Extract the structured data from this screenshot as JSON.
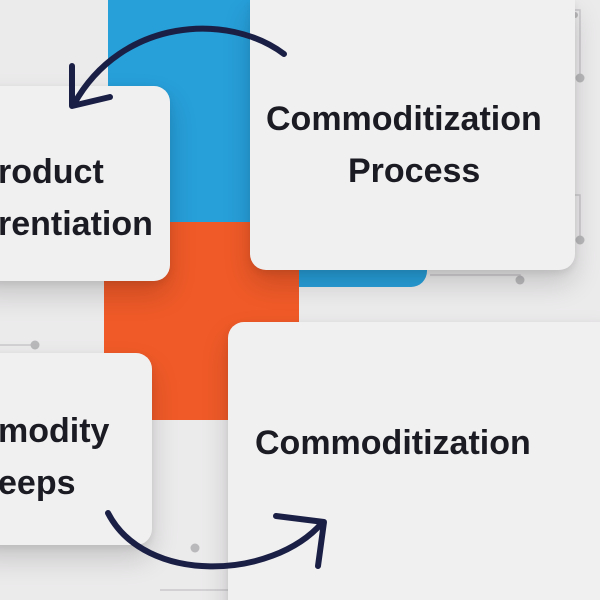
{
  "diagram": {
    "nodes": {
      "commoditization_process": {
        "line1": "Commoditization",
        "line2": "Process"
      },
      "product_differentiation": {
        "line1": "roduct",
        "line2": "rentiation"
      },
      "commodity_traps": {
        "line1": "modity",
        "line2": "eeps"
      },
      "commoditization": {
        "label": "Commoditization"
      }
    },
    "colors": {
      "blue": "#279fd9",
      "orange": "#f05a28",
      "card": "#f1f0f1",
      "arrow": "#1a1f45",
      "text": "#1b1c23"
    },
    "arrows": [
      {
        "from": "commoditization_process",
        "to": "product_differentiation"
      },
      {
        "from": "commodity_traps",
        "to": "commoditization"
      }
    ]
  }
}
